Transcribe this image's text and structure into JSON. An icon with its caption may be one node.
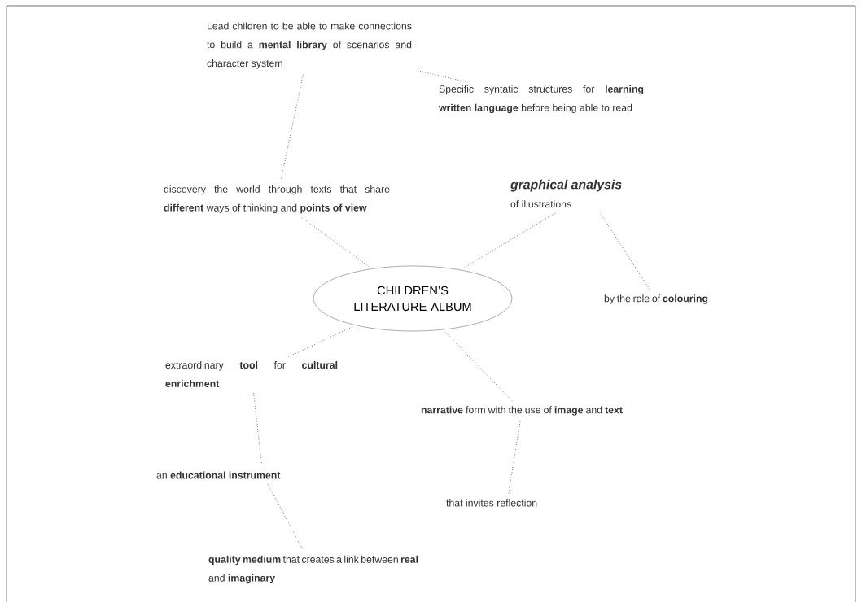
{
  "diagram": {
    "nodes": [
      {
        "text": [
          "CHILDREN’S LITERATURE ALBUM"
        ]
      },
      {
        "text": [
          "Lead children to be able to make connections to build a **mental library** of scenarios and character system"
        ]
      },
      {
        "text": [
          "Specific syntatic structures for **learning written language** before being able to read"
        ]
      },
      {
        "text": [
          "discovery the world through texts that share **different** ways of thinking and **points of view**"
        ]
      },
      {
        "text": [
          "graphical analysis",
          "of illustrations"
        ]
      },
      {
        "text": [
          "by the role of **colouring**"
        ]
      },
      {
        "text": [
          "extraordinary **tool** for **cultural enrichment**"
        ]
      },
      {
        "text": [
          "an **educational instrument**"
        ]
      },
      {
        "text": [
          "**quality medium** that creates a link between **real** and **imaginary**"
        ]
      },
      {
        "text": [
          "**narrative** form with the use of **image** and **text**"
        ]
      },
      {
        "text": [
          "that invites reflection"
        ]
      }
    ],
    "edges": [
      {
        "from": 1,
        "to": 2,
        "arrow": "none"
      },
      {
        "from": 1,
        "to": 3,
        "arrow": "none"
      },
      {
        "from": 3,
        "to": 0,
        "arrow": "none"
      },
      {
        "from": 0,
        "to": 4,
        "arrow": "none"
      },
      {
        "from": 4,
        "to": 5,
        "arrow": "none"
      },
      {
        "from": 0,
        "to": 6,
        "arrow": "none"
      },
      {
        "from": 6,
        "to": 7,
        "arrow": "none"
      },
      {
        "from": 7,
        "to": 8,
        "arrow": "none"
      },
      {
        "from": 0,
        "to": 9,
        "arrow": "none"
      },
      {
        "from": 9,
        "to": 10,
        "arrow": "none"
      }
    ]
  }
}
